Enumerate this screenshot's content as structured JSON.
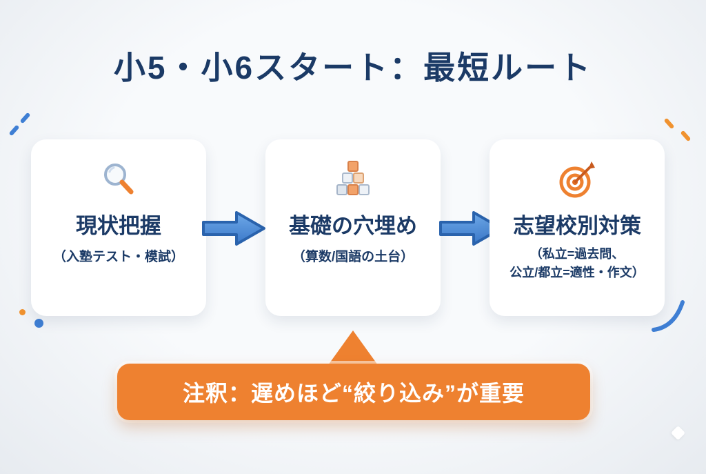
{
  "title": "小5・小6スタート：最短ルート",
  "steps": [
    {
      "icon": "magnifier-icon",
      "label": "現状把握",
      "sub": "（入塾テスト・模試）"
    },
    {
      "icon": "blocks-icon",
      "label": "基礎の穴埋め",
      "sub": "（算数/国語の土台）"
    },
    {
      "icon": "target-icon",
      "label": "志望校別対策",
      "sub_line1": "（私立=過去問、",
      "sub_line2": "公立/都立=適性・作文）"
    }
  ],
  "note": {
    "label": "注釈：遅めほど“絞り込み”が重要"
  },
  "colors": {
    "accent_orange": "#EE8130",
    "arrow_blue": "#3A78C9",
    "heading_navy": "#1B3A66",
    "card_bg": "#FFFFFF"
  }
}
